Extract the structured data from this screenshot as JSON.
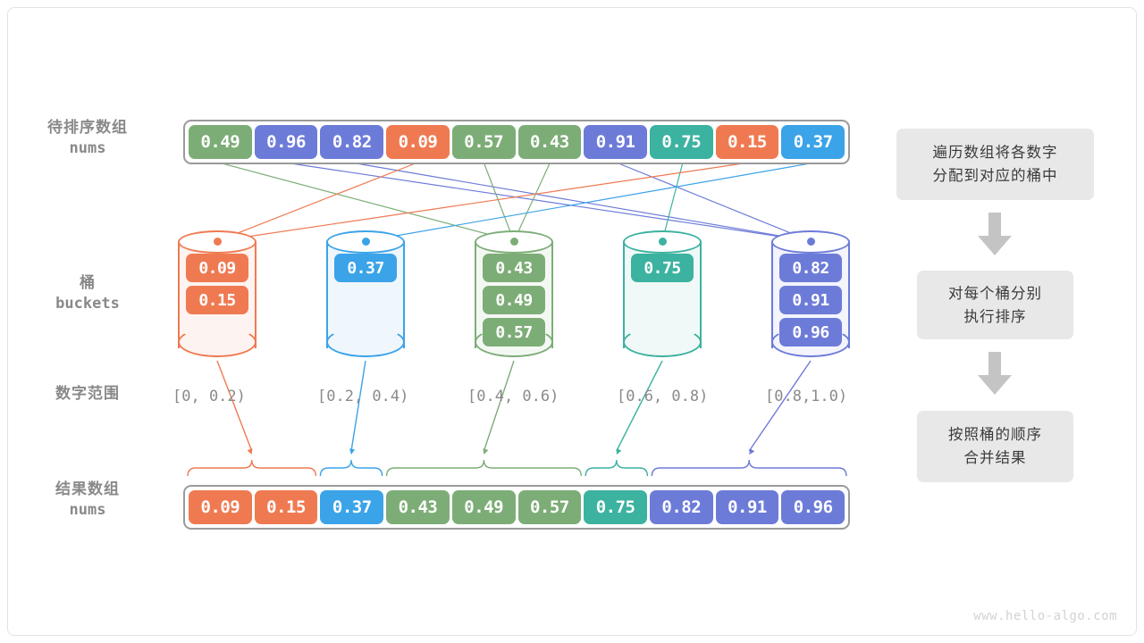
{
  "page": {
    "watermark": "www.hello-algo.com"
  },
  "colors": {
    "orange": "#ef7a52",
    "blue": "#3ba3e8",
    "green": "#7dad77",
    "teal": "#3cb2a0",
    "purple": "#6d7bd8",
    "gray_border": "#9a9a9a",
    "label_gray": "#898989",
    "flow_bg": "#e8e8e8",
    "flow_arrow": "#c4c4c4"
  },
  "labels": {
    "source_array": {
      "cn": "待排序数组",
      "en": "nums"
    },
    "buckets": {
      "cn": "桶",
      "en": "buckets"
    },
    "number_range": {
      "cn": "数字范围",
      "en": ""
    },
    "result_array": {
      "cn": "结果数组",
      "en": "nums"
    }
  },
  "source_array": {
    "values": [
      "0.49",
      "0.96",
      "0.82",
      "0.09",
      "0.57",
      "0.43",
      "0.91",
      "0.75",
      "0.15",
      "0.37"
    ],
    "colors": [
      "#7dad77",
      "#6d7bd8",
      "#6d7bd8",
      "#ef7a52",
      "#7dad77",
      "#7dad77",
      "#6d7bd8",
      "#3cb2a0",
      "#ef7a52",
      "#3ba3e8"
    ]
  },
  "buckets": [
    {
      "range": "[0, 0.2)",
      "color": "#ef7a52",
      "fill": "#fdf3f0",
      "values": [
        "0.09",
        "0.15"
      ]
    },
    {
      "range": "[0.2, 0.4)",
      "color": "#3ba3e8",
      "fill": "#eff7fd",
      "values": [
        "0.37"
      ]
    },
    {
      "range": "[0.4, 0.6)",
      "color": "#7dad77",
      "fill": "#f4f8f3",
      "values": [
        "0.43",
        "0.49",
        "0.57"
      ]
    },
    {
      "range": "[0.6, 0.8)",
      "color": "#3cb2a0",
      "fill": "#f0f9f7",
      "values": [
        "0.75"
      ]
    },
    {
      "range": "[0.8,1.0)",
      "color": "#6d7bd8",
      "fill": "#f3f4fc",
      "values": [
        "0.82",
        "0.91",
        "0.96"
      ]
    }
  ],
  "result_array": {
    "values": [
      "0.09",
      "0.15",
      "0.37",
      "0.43",
      "0.49",
      "0.57",
      "0.75",
      "0.82",
      "0.91",
      "0.96"
    ],
    "colors": [
      "#ef7a52",
      "#ef7a52",
      "#3ba3e8",
      "#7dad77",
      "#7dad77",
      "#7dad77",
      "#3cb2a0",
      "#6d7bd8",
      "#6d7bd8",
      "#6d7bd8"
    ]
  },
  "flow": {
    "steps": [
      {
        "line1": "遍历数组将各数字",
        "line2": "分配到对应的桶中"
      },
      {
        "line1": "对每个桶分别",
        "line2": "执行排序"
      },
      {
        "line1": "按照桶的顺序",
        "line2": "合并结果"
      }
    ]
  }
}
